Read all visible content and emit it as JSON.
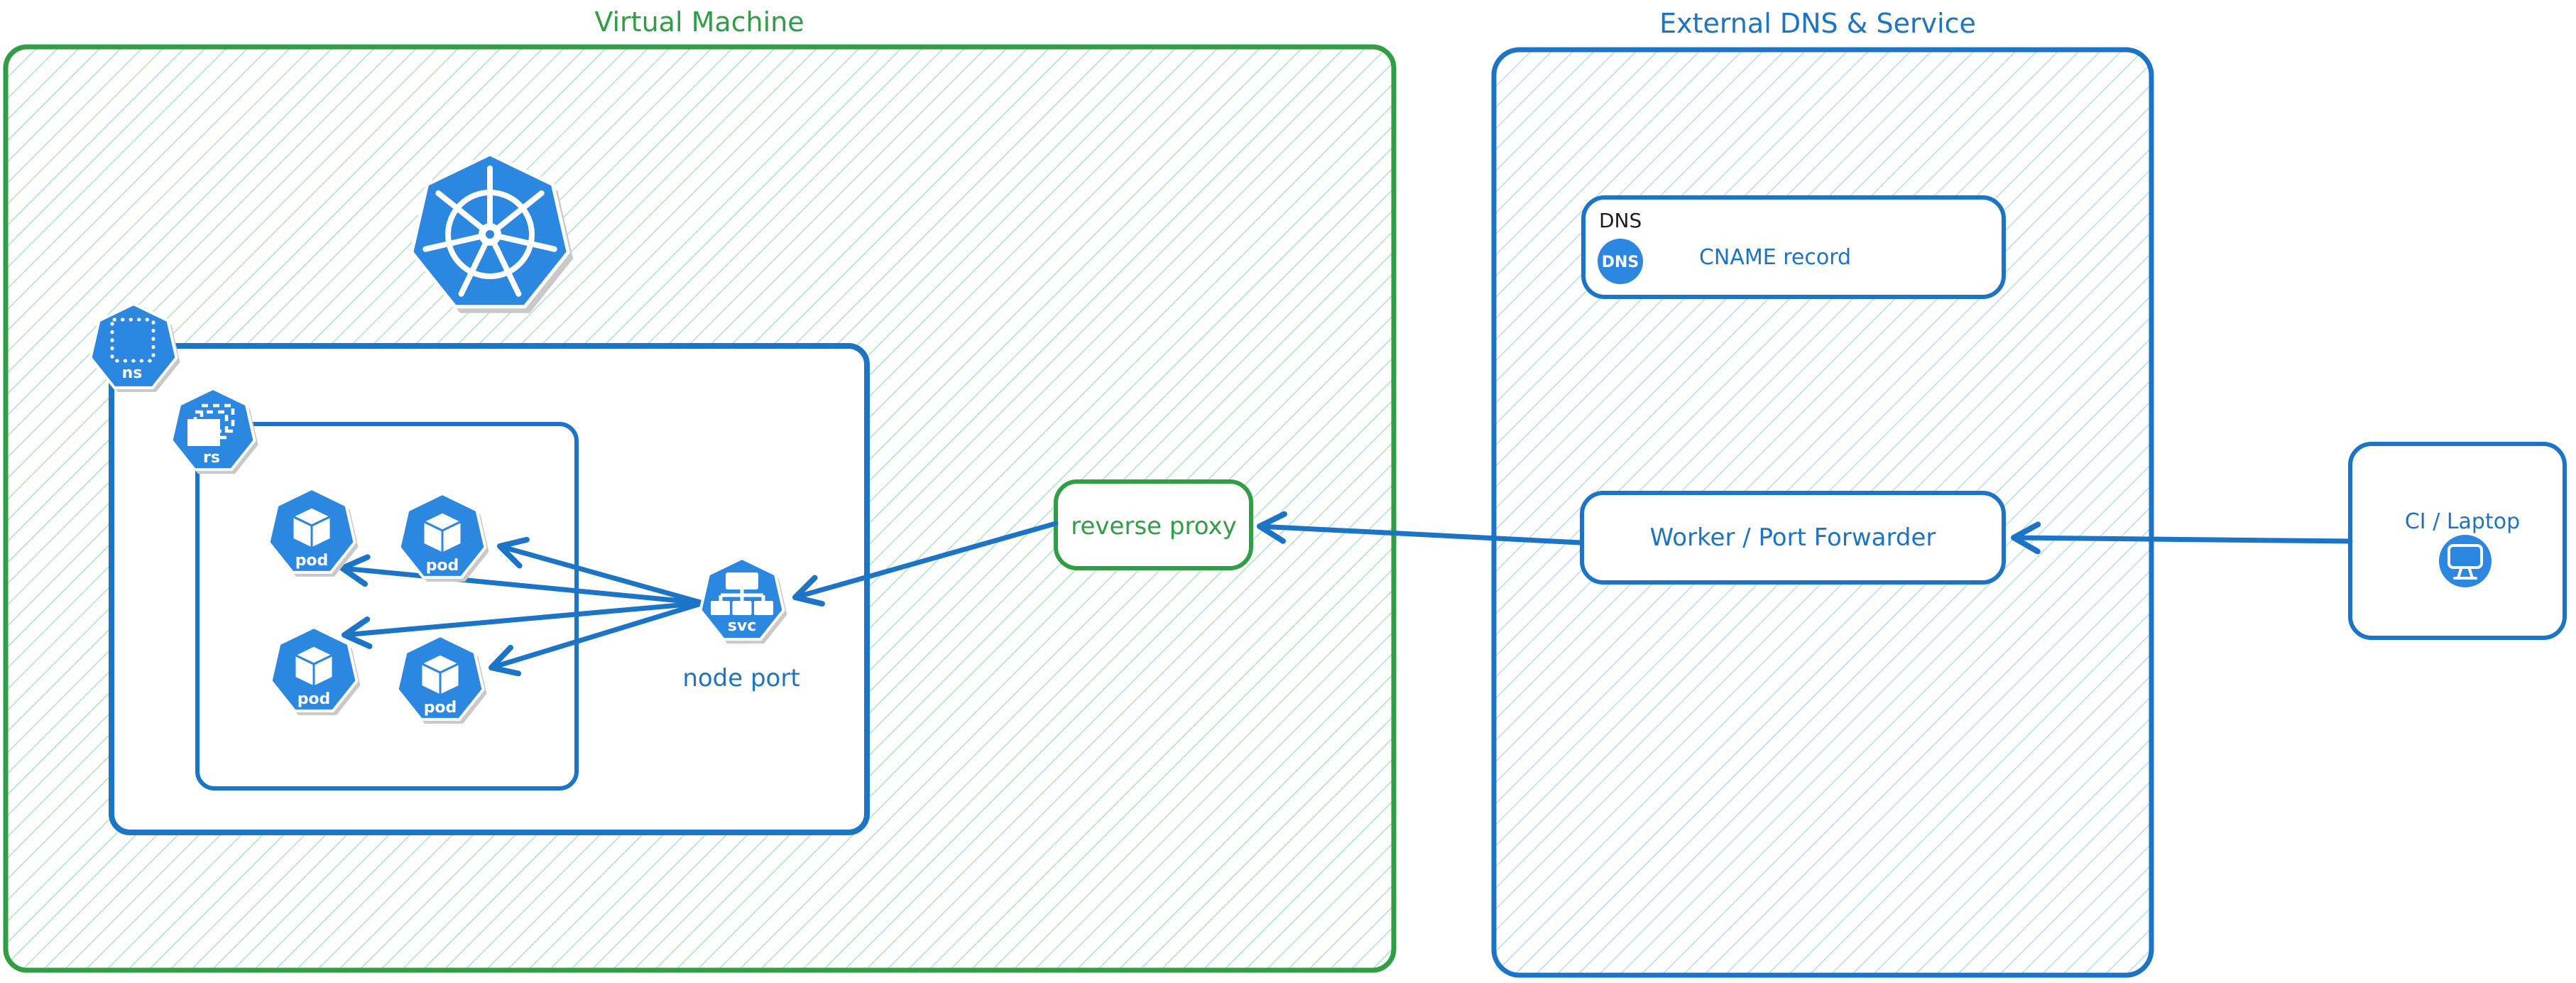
{
  "vm": {
    "title": "Virtual Machine"
  },
  "external": {
    "title": "External DNS & Service"
  },
  "kubernetes": {
    "namespace_label": "ns",
    "replicaset_label": "rs",
    "pod_label": "pod",
    "service_label": "svc",
    "node_port_label": "node port"
  },
  "nodes": {
    "reverse_proxy": "reverse proxy",
    "dns_header": "DNS",
    "dns_badge": "DNS",
    "cname_record": "CNAME record",
    "worker": "Worker / Port Forwarder",
    "ci_laptop": "CI / Laptop"
  },
  "colors": {
    "green": "#2f9e44",
    "green_hatch": "#97e0ad",
    "blue": "#1b74c5",
    "blue_hatch": "#a3d3f7",
    "icon_blue": "#2b87e0",
    "shadow_gray": "#c9c9c9",
    "dns_text": "#1e1e1e"
  }
}
